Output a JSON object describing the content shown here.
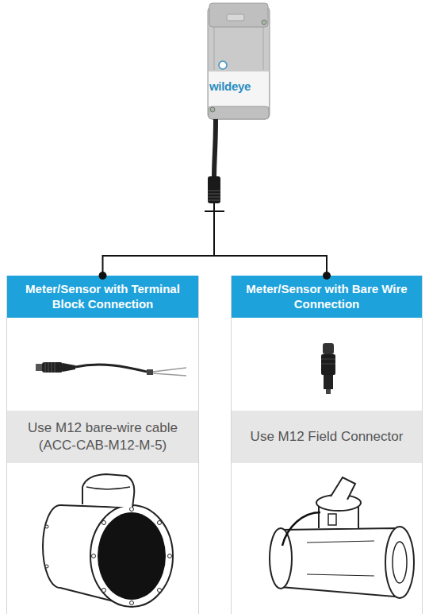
{
  "diagram": {
    "nodes": [
      {
        "text": [
          "wildeye"
        ]
      },
      {
        "text": [
          "Meter/Sensor with Terminal Block Connection",
          "Use M12 bare-wire cable (ACC-CAB-M12-M-5)"
        ]
      },
      {
        "text": [
          "Meter/Sensor with Bare Wire Connection",
          "Use M12 Field Connector"
        ]
      }
    ],
    "edges": [
      {
        "from": 0,
        "to": 1,
        "arrow": "none"
      },
      {
        "from": 0,
        "to": 2,
        "arrow": "none"
      }
    ]
  }
}
